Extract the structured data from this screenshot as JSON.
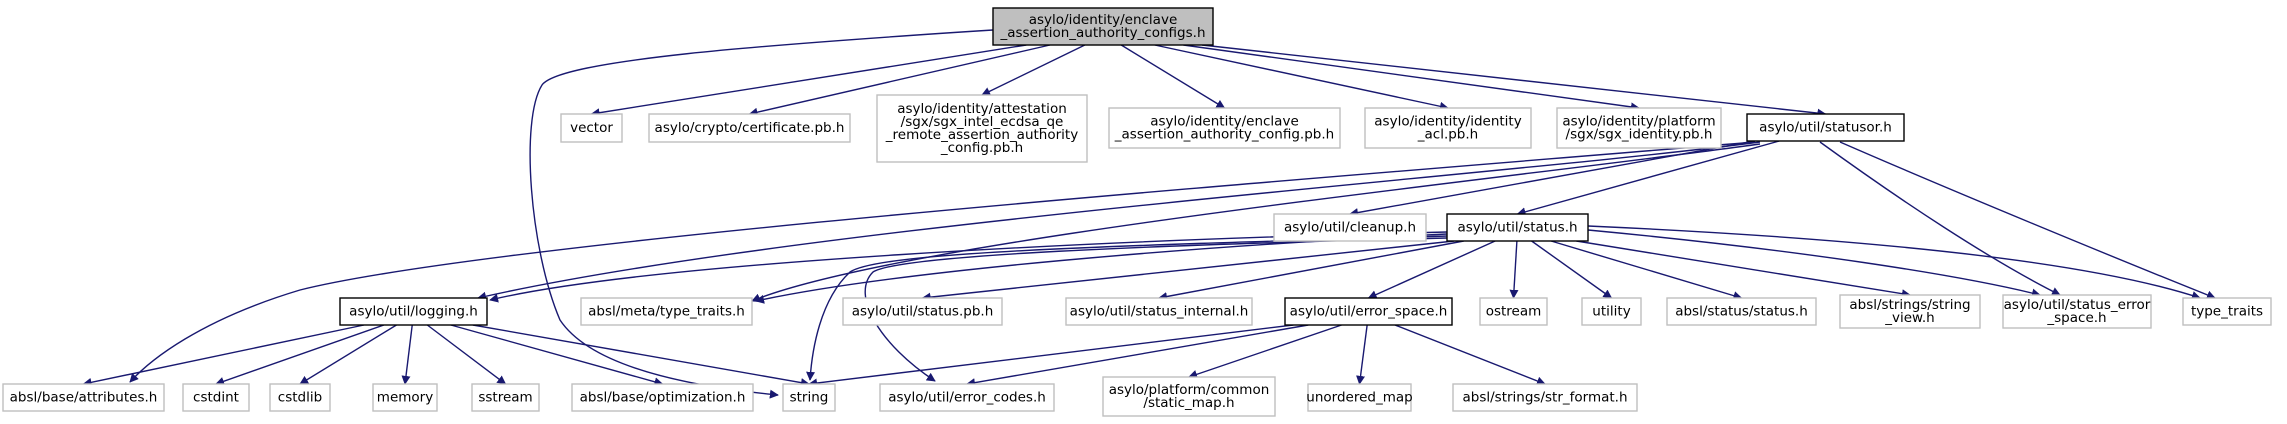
{
  "graph": {
    "style": {
      "edge_color": "#191970",
      "root_fill": "#bfbfbf",
      "normal_border": "#000000",
      "external_border": "#bfbfbf",
      "background": "#ffffff"
    },
    "nodes": [
      {
        "id": "root",
        "kind": "root",
        "lines": [
          "asylo/identity/enclave",
          "_assertion_authority_configs.h"
        ]
      },
      {
        "id": "vector",
        "kind": "external",
        "lines": [
          "vector"
        ]
      },
      {
        "id": "certificate",
        "kind": "external",
        "lines": [
          "asylo/crypto/certificate.pb.h"
        ]
      },
      {
        "id": "sgx_qe",
        "kind": "external",
        "lines": [
          "asylo/identity/attestation",
          "/sgx/sgx_intel_ecdsa_qe",
          "_remote_assertion_authority",
          "_config.pb.h"
        ]
      },
      {
        "id": "enclave_cfg",
        "kind": "external",
        "lines": [
          "asylo/identity/enclave",
          "_assertion_authority_config.pb.h"
        ]
      },
      {
        "id": "identity_acl",
        "kind": "external",
        "lines": [
          "asylo/identity/identity",
          "_acl.pb.h"
        ]
      },
      {
        "id": "sgx_identity",
        "kind": "external",
        "lines": [
          "asylo/identity/platform",
          "/sgx/sgx_identity.pb.h"
        ]
      },
      {
        "id": "statusor",
        "kind": "normal",
        "lines": [
          "asylo/util/statusor.h"
        ]
      },
      {
        "id": "cleanup",
        "kind": "external",
        "lines": [
          "asylo/util/cleanup.h"
        ]
      },
      {
        "id": "status",
        "kind": "normal",
        "lines": [
          "asylo/util/status.h"
        ]
      },
      {
        "id": "logging",
        "kind": "normal",
        "lines": [
          "asylo/util/logging.h"
        ]
      },
      {
        "id": "type_traits_absl",
        "kind": "external",
        "lines": [
          "absl/meta/type_traits.h"
        ]
      },
      {
        "id": "status_pb",
        "kind": "external",
        "lines": [
          "asylo/util/status.pb.h"
        ]
      },
      {
        "id": "status_internal",
        "kind": "external",
        "lines": [
          "asylo/util/status_internal.h"
        ]
      },
      {
        "id": "error_space",
        "kind": "normal",
        "lines": [
          "asylo/util/error_space.h"
        ]
      },
      {
        "id": "ostream",
        "kind": "external",
        "lines": [
          "ostream"
        ]
      },
      {
        "id": "utility",
        "kind": "external",
        "lines": [
          "utility"
        ]
      },
      {
        "id": "absl_status",
        "kind": "external",
        "lines": [
          "absl/status/status.h"
        ]
      },
      {
        "id": "string_view",
        "kind": "external",
        "lines": [
          "absl/strings/string",
          "_view.h"
        ]
      },
      {
        "id": "status_error_space",
        "kind": "external",
        "lines": [
          "asylo/util/status_error",
          "_space.h"
        ]
      },
      {
        "id": "type_traits",
        "kind": "external",
        "lines": [
          "type_traits"
        ]
      },
      {
        "id": "attributes",
        "kind": "external",
        "lines": [
          "absl/base/attributes.h"
        ]
      },
      {
        "id": "cstdint",
        "kind": "external",
        "lines": [
          "cstdint"
        ]
      },
      {
        "id": "cstdlib",
        "kind": "external",
        "lines": [
          "cstdlib"
        ]
      },
      {
        "id": "memory",
        "kind": "external",
        "lines": [
          "memory"
        ]
      },
      {
        "id": "sstream",
        "kind": "external",
        "lines": [
          "sstream"
        ]
      },
      {
        "id": "optimization",
        "kind": "external",
        "lines": [
          "absl/base/optimization.h"
        ]
      },
      {
        "id": "string",
        "kind": "external",
        "lines": [
          "string"
        ]
      },
      {
        "id": "error_codes",
        "kind": "external",
        "lines": [
          "asylo/util/error_codes.h"
        ]
      },
      {
        "id": "static_map",
        "kind": "external",
        "lines": [
          "asylo/platform/common",
          "/static_map.h"
        ]
      },
      {
        "id": "unordered_map",
        "kind": "external",
        "lines": [
          "unordered_map"
        ]
      },
      {
        "id": "str_format",
        "kind": "external",
        "lines": [
          "absl/strings/str_format.h"
        ]
      }
    ],
    "edges": [
      [
        "root",
        "vector"
      ],
      [
        "root",
        "certificate"
      ],
      [
        "root",
        "sgx_qe"
      ],
      [
        "root",
        "enclave_cfg"
      ],
      [
        "root",
        "identity_acl"
      ],
      [
        "root",
        "sgx_identity"
      ],
      [
        "root",
        "statusor"
      ],
      [
        "root",
        "string"
      ],
      [
        "statusor",
        "cleanup"
      ],
      [
        "statusor",
        "status"
      ],
      [
        "statusor",
        "logging"
      ],
      [
        "statusor",
        "type_traits_absl"
      ],
      [
        "statusor",
        "attributes"
      ],
      [
        "statusor",
        "status_error_space"
      ],
      [
        "statusor",
        "type_traits"
      ],
      [
        "status",
        "logging"
      ],
      [
        "status",
        "type_traits_absl"
      ],
      [
        "status",
        "string"
      ],
      [
        "status",
        "error_codes"
      ],
      [
        "status",
        "status_pb"
      ],
      [
        "status",
        "status_internal"
      ],
      [
        "status",
        "error_space"
      ],
      [
        "status",
        "ostream"
      ],
      [
        "status",
        "utility"
      ],
      [
        "status",
        "absl_status"
      ],
      [
        "status",
        "string_view"
      ],
      [
        "status",
        "status_error_space"
      ],
      [
        "status",
        "type_traits"
      ],
      [
        "logging",
        "attributes"
      ],
      [
        "logging",
        "cstdint"
      ],
      [
        "logging",
        "cstdlib"
      ],
      [
        "logging",
        "memory"
      ],
      [
        "logging",
        "sstream"
      ],
      [
        "logging",
        "optimization"
      ],
      [
        "logging",
        "string"
      ],
      [
        "error_space",
        "string"
      ],
      [
        "error_space",
        "error_codes"
      ],
      [
        "error_space",
        "static_map"
      ],
      [
        "error_space",
        "unordered_map"
      ],
      [
        "error_space",
        "str_format"
      ]
    ]
  }
}
